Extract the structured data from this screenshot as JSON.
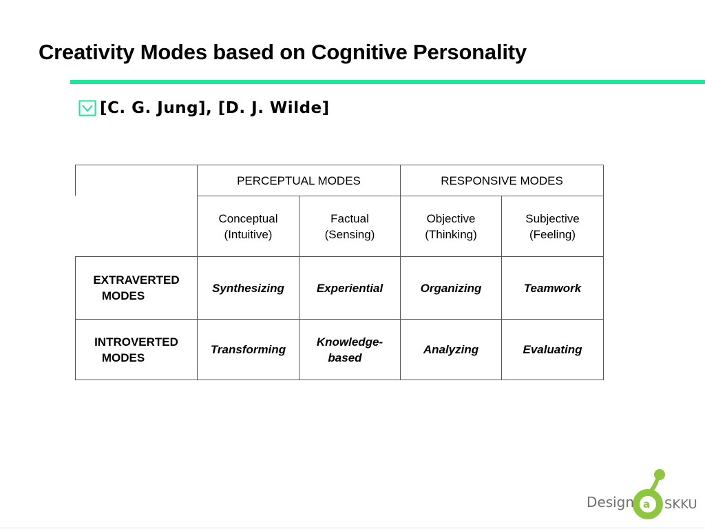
{
  "slide": {
    "title": "Creativity Modes based on Cognitive Personality",
    "bullet": "[C. G. Jung], [D. J. Wilde]",
    "accent_color": "#1de89a"
  },
  "table": {
    "group_headers": [
      "PERCEPTUAL MODES",
      "RESPONSIVE MODES"
    ],
    "column_headers": [
      [
        "Conceptual",
        "(Intuitive)"
      ],
      [
        "Factual",
        "(Sensing)"
      ],
      [
        "Objective",
        "(Thinking)"
      ],
      [
        "Subjective",
        "(Feeling)"
      ]
    ],
    "rows": [
      {
        "label": [
          "EXTRAVERTED",
          "MODES"
        ],
        "cells": [
          "Synthesizing",
          "Experiential",
          "Organizing",
          "Teamwork"
        ]
      },
      {
        "label": [
          "INTROVERTED",
          "MODES"
        ],
        "cells": [
          "Transforming",
          [
            "Knowledge-",
            "based"
          ],
          "Analyzing",
          "Evaluating"
        ]
      }
    ]
  },
  "logo": {
    "left_word": "Design",
    "circle_letter": "a",
    "right_word": "SKKU",
    "color": "#8dc63f"
  }
}
